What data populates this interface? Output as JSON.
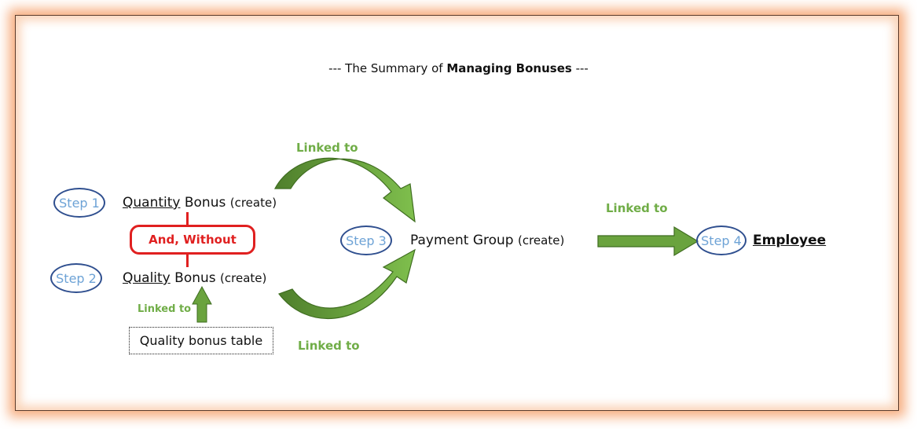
{
  "title": {
    "prefix": "--- The Summary of ",
    "bold": "Managing Bonuses",
    "suffix": " ---"
  },
  "steps": [
    {
      "label": "Step 1"
    },
    {
      "label": "Step 2"
    },
    {
      "label": "Step 3"
    },
    {
      "label": "Step 4"
    }
  ],
  "items": {
    "quantity": {
      "underlined": "Quantity",
      "rest": " Bonus ",
      "note": "(create)"
    },
    "quality": {
      "underlined": "Quality",
      "rest": " Bonus ",
      "note": "(create)"
    },
    "payment": {
      "main": "Payment Group ",
      "note": "(create)"
    },
    "employee": {
      "underlined": "Employee"
    }
  },
  "relation": "And, Without",
  "table_box": "Quality bonus table",
  "links": {
    "top": "Linked to",
    "bottom": "Linked to",
    "right": "Linked to",
    "table": "Linked to"
  },
  "colors": {
    "accent_green": "#70ad47",
    "arrow_green": "#5b9a35",
    "red": "#e02020",
    "step_border": "#2f4f8f",
    "step_text": "#6ea3d6",
    "frame_glow": "#f4965a"
  }
}
